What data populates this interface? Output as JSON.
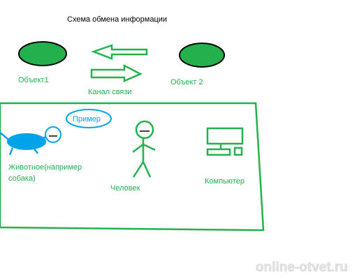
{
  "title": "Схема обмена информации",
  "object1_label": "Объект1",
  "object2_label": "Объект 2",
  "channel_label": "Канал связи",
  "example_label": "Пример",
  "animal_label_line1": "Животное(например",
  "animal_label_line2": "собака)",
  "human_label": "Человек",
  "computer_label": "Компьютер",
  "watermark": "online-otvet.ru",
  "colors": {
    "green": "#22b14c",
    "blue": "#00a2e8",
    "black": "#000000",
    "watermark": "#e4e4e4"
  },
  "icons": [
    "dog-icon",
    "stick-figure-icon",
    "computer-icon"
  ]
}
